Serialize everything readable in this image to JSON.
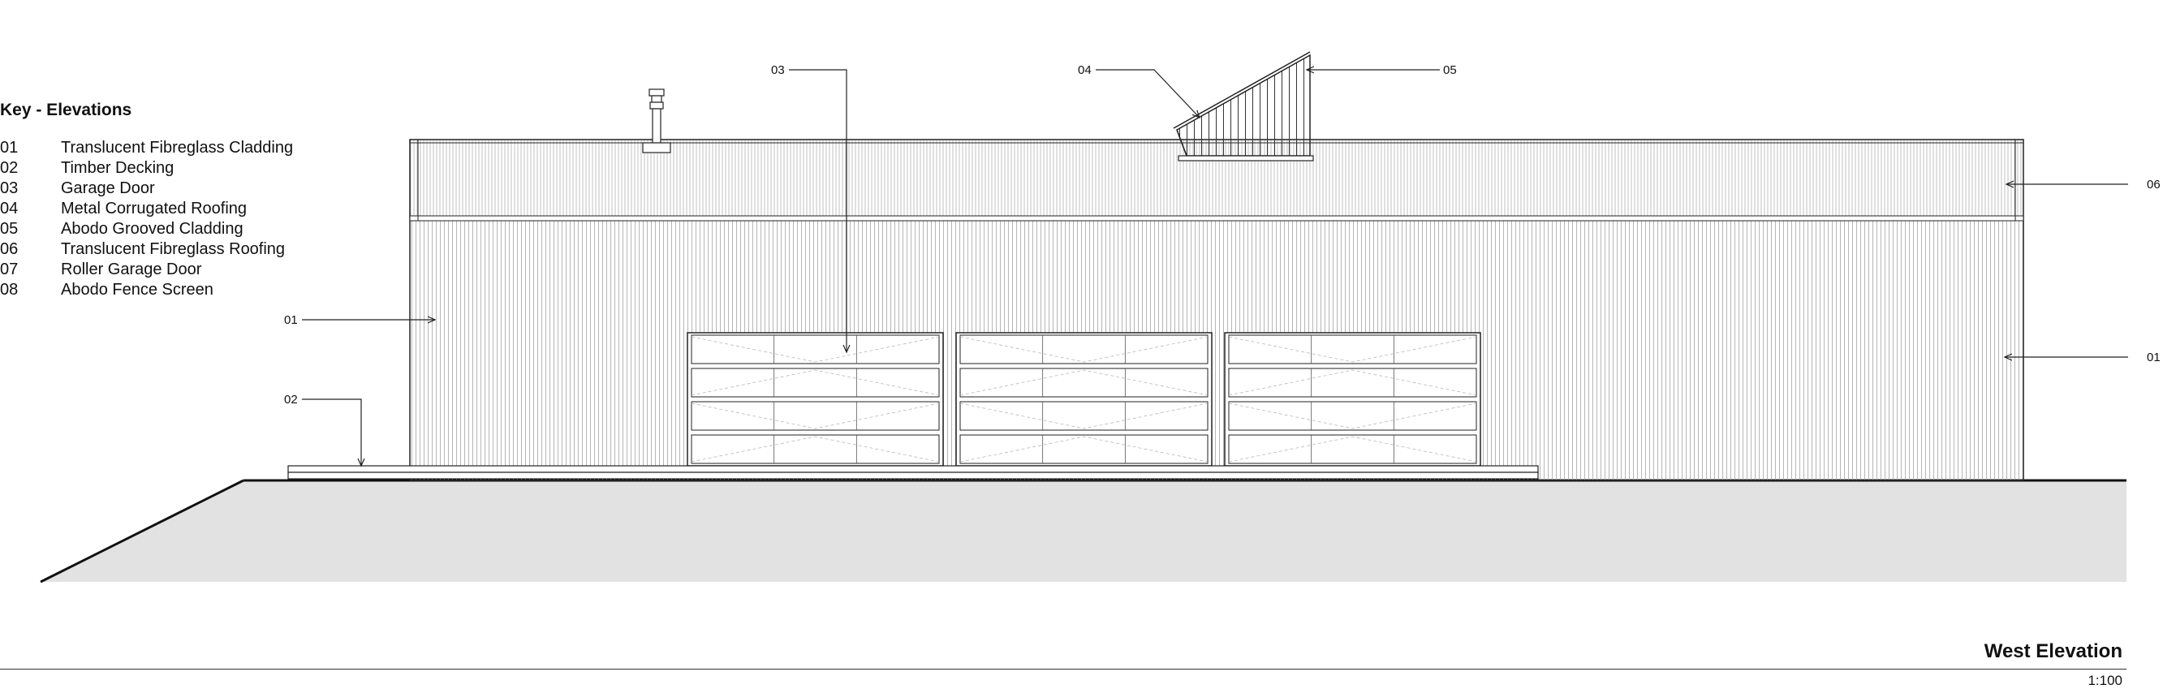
{
  "key": {
    "title": "Key - Elevations",
    "items": [
      {
        "code": "01",
        "label": "Translucent Fibreglass Cladding"
      },
      {
        "code": "02",
        "label": "Timber Decking"
      },
      {
        "code": "03",
        "label": "Garage Door"
      },
      {
        "code": "04",
        "label": "Metal Corrugated Roofing"
      },
      {
        "code": "05",
        "label": "Abodo Grooved Cladding"
      },
      {
        "code": "06",
        "label": "Translucent Fibreglass Roofing"
      },
      {
        "code": "07",
        "label": "Roller Garage Door"
      },
      {
        "code": "08",
        "label": "Abodo Fence Screen"
      }
    ]
  },
  "callouts": {
    "c01_left": "01",
    "c01_right": "01",
    "c02": "02",
    "c03": "03",
    "c04": "04",
    "c05": "05",
    "c06": "06"
  },
  "sheet": {
    "title": "West Elevation",
    "scale": "1:100"
  },
  "colors": {
    "line": "#222222",
    "ground_fill": "#e2e2e3",
    "cladding_hatch": "#9a9a9a"
  }
}
